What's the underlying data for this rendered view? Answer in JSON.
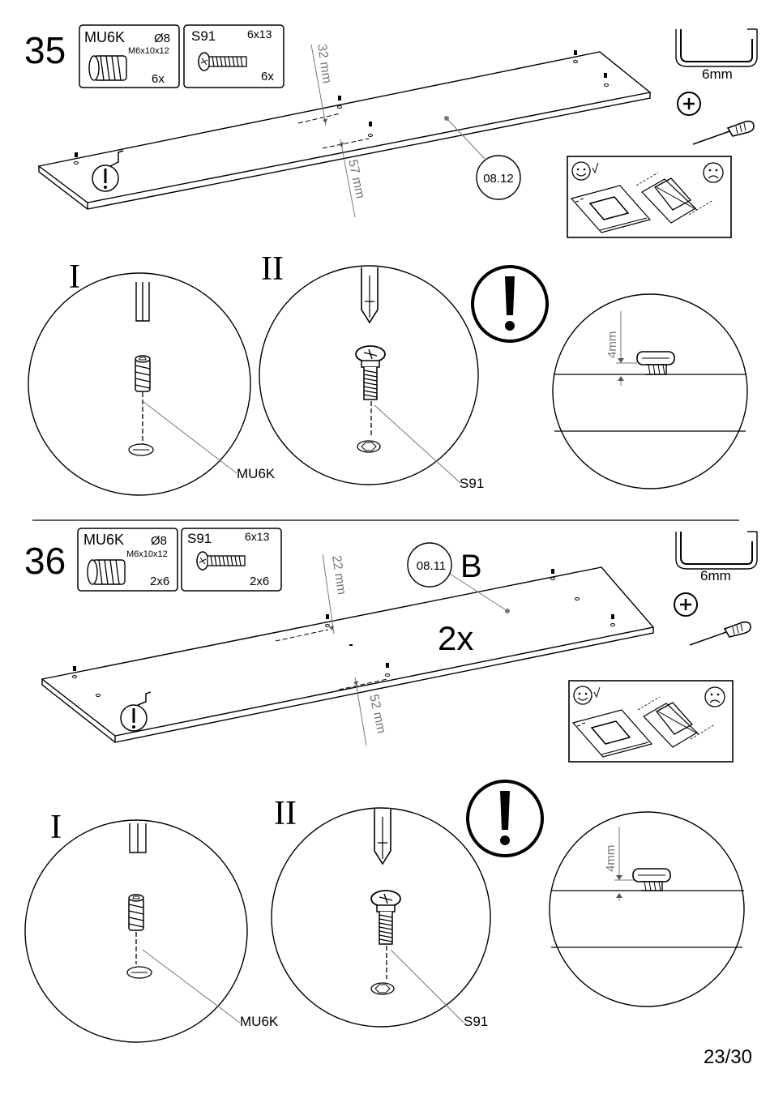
{
  "page_number": "23/30",
  "steps": [
    {
      "number": "35",
      "parts": [
        {
          "code": "MU6K",
          "spec": "Ø8",
          "sub": "M6x10x12",
          "qty": "6x"
        },
        {
          "code": "S91",
          "spec": "6x13",
          "qty": "6x"
        }
      ],
      "measure_top": "32 mm",
      "measure_bottom": "57 mm",
      "panel_ref": "08.12",
      "tool_size": "6mm",
      "detail_I": "I",
      "detail_II": "II",
      "detail_I_label": "MU6K",
      "detail_II_label": "S91",
      "depth": "4mm"
    },
    {
      "number": "36",
      "parts": [
        {
          "code": "MU6K",
          "spec": "Ø8",
          "sub": "M6x10x12",
          "qty": "2x6"
        },
        {
          "code": "S91",
          "spec": "6x13",
          "qty": "2x6"
        }
      ],
      "measure_top": "22 mm",
      "measure_bottom": "52 mm",
      "panel_ref": "08.11",
      "panel_letter": "B",
      "multiplier": "2x",
      "tool_size": "6mm",
      "detail_I": "I",
      "detail_II": "II",
      "detail_I_label": "MU6K",
      "detail_II_label": "S91",
      "depth": "4mm"
    }
  ]
}
